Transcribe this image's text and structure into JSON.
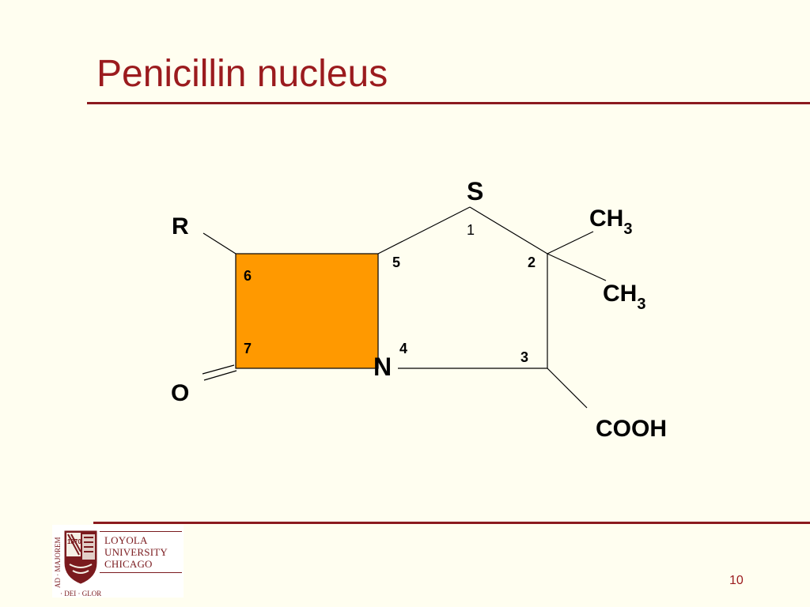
{
  "slide": {
    "title": "Penicillin nucleus",
    "page_number": "10"
  },
  "diagram": {
    "atoms": {
      "r": "R",
      "o": "O",
      "s": "S",
      "n": "N",
      "ch3_top": "CH",
      "ch3_top_sub": "3",
      "ch3_bottom": "CH",
      "ch3_bottom_sub": "3",
      "cooh": "COOH"
    },
    "ring_positions": {
      "p1": "1",
      "p2": "2",
      "p3": "3",
      "p4": "4",
      "p5": "5",
      "p6": "6",
      "p7": "7"
    },
    "colors": {
      "beta_lactam_fill": "#FF9900",
      "bond_line": "#000000",
      "title_color": "#9B1B1E",
      "rule_color": "#8B1A1F"
    }
  },
  "logo": {
    "line1": "LOYOLA",
    "line2": "UNIVERSITY",
    "line3": "CHICAGO",
    "year": "1870",
    "motto": "AD · MAJOREM · DEI · GLORIAM",
    "icon": "university-seal-icon"
  }
}
